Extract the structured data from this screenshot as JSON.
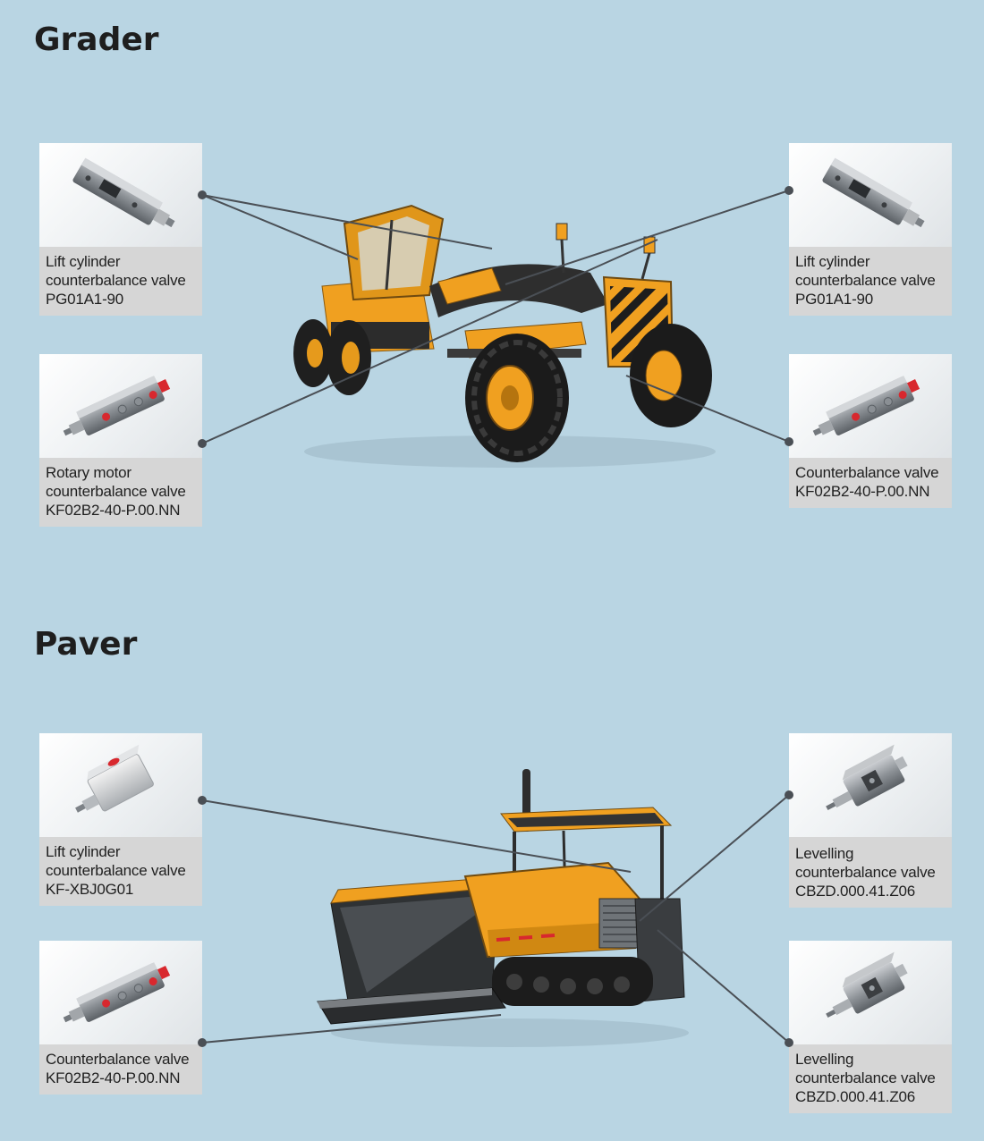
{
  "sections": {
    "grader": {
      "title": "Grader",
      "cards": [
        {
          "lines": [
            "Lift cylinder",
            "counterbalance valve",
            "PG01A1-90"
          ],
          "valve_icon": "valve-block-icon"
        },
        {
          "lines": [
            "Lift cylinder",
            "counterbalance valve",
            "PG01A1-90"
          ],
          "valve_icon": "valve-block-icon"
        },
        {
          "lines": [
            "Rotary motor",
            "counterbalance valve",
            "KF02B2-40-P.00.NN"
          ],
          "valve_icon": "valve-block-icon"
        },
        {
          "lines": [
            "Counterbalance valve",
            "KF02B2-40-P.00.NN"
          ],
          "valve_icon": "valve-block-icon"
        }
      ]
    },
    "paver": {
      "title": "Paver",
      "cards": [
        {
          "lines": [
            "Lift cylinder",
            "counterbalance valve",
            "KF-XBJ0G01"
          ],
          "valve_icon": "valve-block-icon"
        },
        {
          "lines": [
            "Levelling",
            "counterbalance valve",
            "CBZD.000.41.Z06"
          ],
          "valve_icon": "valve-block-icon"
        },
        {
          "lines": [
            "Counterbalance valve",
            "KF02B2-40-P.00.NN"
          ],
          "valve_icon": "valve-block-icon"
        },
        {
          "lines": [
            "Levelling",
            "counterbalance valve",
            "CBZD.000.41.Z06"
          ],
          "valve_icon": "valve-block-icon"
        }
      ]
    }
  },
  "colors": {
    "background": "#b9d5e3",
    "machine_orange": "#f0a020",
    "valve_red": "#d8282e",
    "leader_line": "#4a4f55"
  }
}
